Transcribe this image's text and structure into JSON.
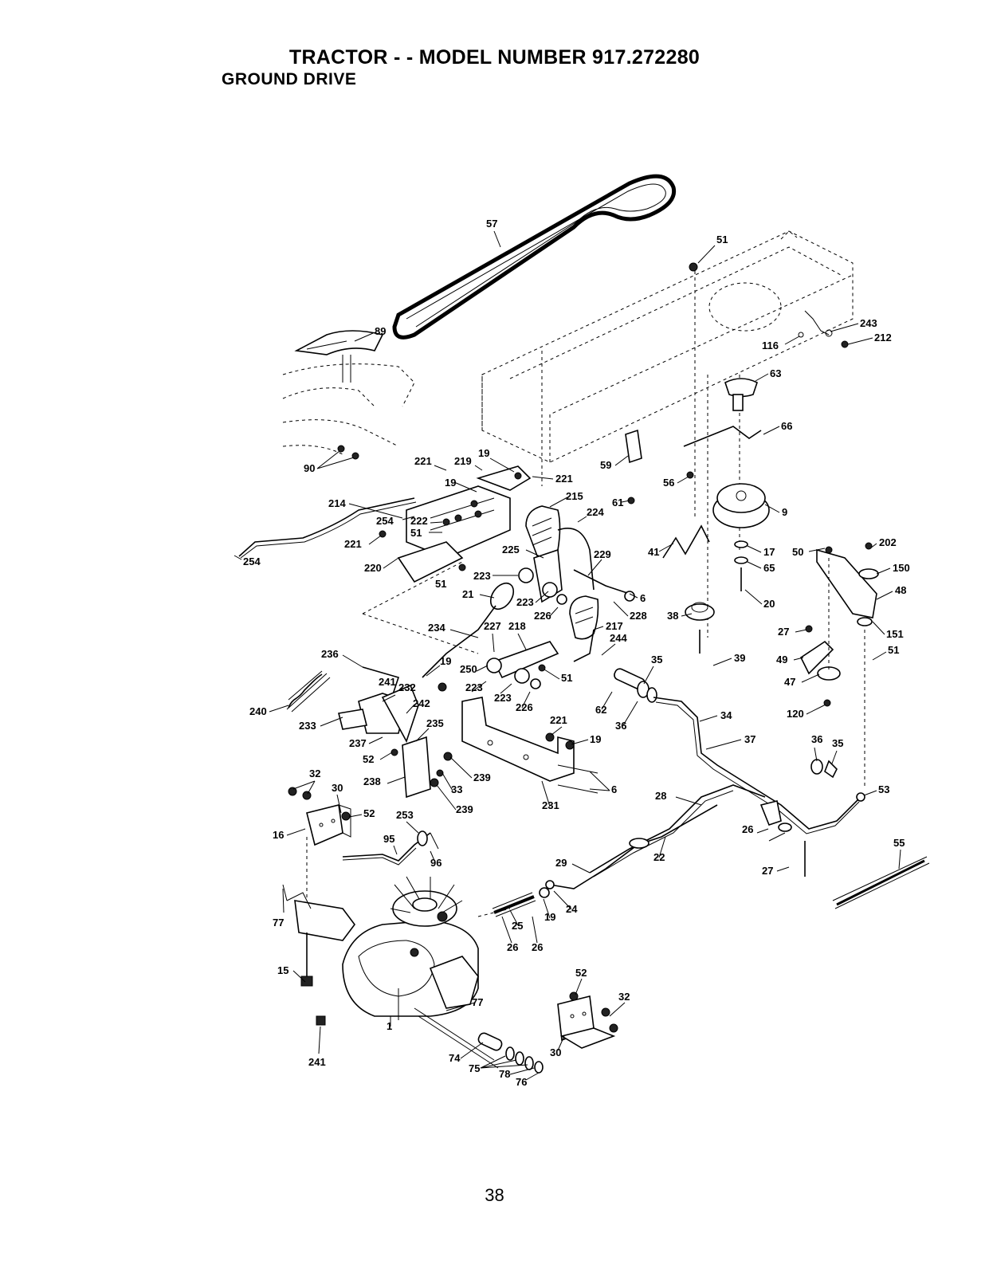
{
  "header": {
    "title": "TRACTOR - - MODEL NUMBER 917.272280",
    "subtitle": "GROUND DRIVE"
  },
  "page_number": "38",
  "callouts": [
    {
      "id": "c1",
      "text": "57"
    },
    {
      "id": "c2",
      "text": "51"
    },
    {
      "id": "c3",
      "text": "89"
    },
    {
      "id": "c4",
      "text": "243"
    },
    {
      "id": "c5",
      "text": "212"
    },
    {
      "id": "c6",
      "text": "116"
    },
    {
      "id": "c7",
      "text": "63"
    },
    {
      "id": "c8",
      "text": "66"
    },
    {
      "id": "c9",
      "text": "90"
    },
    {
      "id": "c10",
      "text": "221"
    },
    {
      "id": "c11",
      "text": "219"
    },
    {
      "id": "c12",
      "text": "19"
    },
    {
      "id": "c13",
      "text": "19"
    },
    {
      "id": "c14",
      "text": "221"
    },
    {
      "id": "c15",
      "text": "215"
    },
    {
      "id": "c16",
      "text": "59"
    },
    {
      "id": "c17",
      "text": "56"
    },
    {
      "id": "c18",
      "text": "61"
    },
    {
      "id": "c19",
      "text": "224"
    },
    {
      "id": "c20",
      "text": "9"
    },
    {
      "id": "c21",
      "text": "214"
    },
    {
      "id": "c22",
      "text": "254"
    },
    {
      "id": "c23",
      "text": "222"
    },
    {
      "id": "c24",
      "text": "51"
    },
    {
      "id": "c25",
      "text": "221"
    },
    {
      "id": "c26",
      "text": "254"
    },
    {
      "id": "c27",
      "text": "220"
    },
    {
      "id": "c28",
      "text": "225"
    },
    {
      "id": "c29",
      "text": "229"
    },
    {
      "id": "c30",
      "text": "41"
    },
    {
      "id": "c31",
      "text": "17"
    },
    {
      "id": "c32",
      "text": "50"
    },
    {
      "id": "c33",
      "text": "202"
    },
    {
      "id": "c34",
      "text": "150"
    },
    {
      "id": "c35",
      "text": "65"
    },
    {
      "id": "c36",
      "text": "51"
    },
    {
      "id": "c37",
      "text": "223"
    },
    {
      "id": "c38",
      "text": "21"
    },
    {
      "id": "c39",
      "text": "6"
    },
    {
      "id": "c40",
      "text": "20"
    },
    {
      "id": "c41",
      "text": "48"
    },
    {
      "id": "c42",
      "text": "223"
    },
    {
      "id": "c43",
      "text": "226"
    },
    {
      "id": "c44",
      "text": "228"
    },
    {
      "id": "c45",
      "text": "38"
    },
    {
      "id": "c46",
      "text": "234"
    },
    {
      "id": "c47",
      "text": "227"
    },
    {
      "id": "c48",
      "text": "218"
    },
    {
      "id": "c49",
      "text": "217"
    },
    {
      "id": "c50",
      "text": "244"
    },
    {
      "id": "c51",
      "text": "27"
    },
    {
      "id": "c52",
      "text": "151"
    },
    {
      "id": "c53",
      "text": "236"
    },
    {
      "id": "c54",
      "text": "19"
    },
    {
      "id": "c55",
      "text": "250"
    },
    {
      "id": "c56",
      "text": "35"
    },
    {
      "id": "c57",
      "text": "39"
    },
    {
      "id": "c58",
      "text": "49"
    },
    {
      "id": "c59",
      "text": "51"
    },
    {
      "id": "c60",
      "text": "241"
    },
    {
      "id": "c61",
      "text": "232"
    },
    {
      "id": "c62",
      "text": "223"
    },
    {
      "id": "c63",
      "text": "51"
    },
    {
      "id": "c64",
      "text": "47"
    },
    {
      "id": "c65",
      "text": "240"
    },
    {
      "id": "c66",
      "text": "242"
    },
    {
      "id": "c67",
      "text": "223"
    },
    {
      "id": "c68",
      "text": "226"
    },
    {
      "id": "c69",
      "text": "62"
    },
    {
      "id": "c70",
      "text": "34"
    },
    {
      "id": "c71",
      "text": "120"
    },
    {
      "id": "c72",
      "text": "233"
    },
    {
      "id": "c73",
      "text": "235"
    },
    {
      "id": "c74",
      "text": "221"
    },
    {
      "id": "c75",
      "text": "36"
    },
    {
      "id": "c76",
      "text": "237"
    },
    {
      "id": "c77",
      "text": "19"
    },
    {
      "id": "c78",
      "text": "37"
    },
    {
      "id": "c79",
      "text": "36"
    },
    {
      "id": "c80",
      "text": "35"
    },
    {
      "id": "c81",
      "text": "52"
    },
    {
      "id": "c82",
      "text": "32"
    },
    {
      "id": "c83",
      "text": "238"
    },
    {
      "id": "c84",
      "text": "239"
    },
    {
      "id": "c85",
      "text": "33"
    },
    {
      "id": "c86",
      "text": "6"
    },
    {
      "id": "c87",
      "text": "53"
    },
    {
      "id": "c88",
      "text": "30"
    },
    {
      "id": "c89",
      "text": "28"
    },
    {
      "id": "c90",
      "text": "239"
    },
    {
      "id": "c91",
      "text": "231"
    },
    {
      "id": "c92",
      "text": "52"
    },
    {
      "id": "c93",
      "text": "253"
    },
    {
      "id": "c94",
      "text": "16"
    },
    {
      "id": "c95",
      "text": "26"
    },
    {
      "id": "c96",
      "text": "95"
    },
    {
      "id": "c97",
      "text": "55"
    },
    {
      "id": "c98",
      "text": "96"
    },
    {
      "id": "c99",
      "text": "22"
    },
    {
      "id": "c100",
      "text": "29"
    },
    {
      "id": "c101",
      "text": "27"
    },
    {
      "id": "c102",
      "text": "77"
    },
    {
      "id": "c103",
      "text": "24"
    },
    {
      "id": "c104",
      "text": "19"
    },
    {
      "id": "c105",
      "text": "25"
    },
    {
      "id": "c106",
      "text": "26"
    },
    {
      "id": "c107",
      "text": "26"
    },
    {
      "id": "c108",
      "text": "15"
    },
    {
      "id": "c109",
      "text": "52"
    },
    {
      "id": "c110",
      "text": "77"
    },
    {
      "id": "c111",
      "text": "32"
    },
    {
      "id": "c112",
      "text": "1"
    },
    {
      "id": "c113",
      "text": "241"
    },
    {
      "id": "c114",
      "text": "74"
    },
    {
      "id": "c115",
      "text": "30"
    },
    {
      "id": "c116",
      "text": "75"
    },
    {
      "id": "c117",
      "text": "78"
    },
    {
      "id": "c118",
      "text": "76"
    }
  ]
}
